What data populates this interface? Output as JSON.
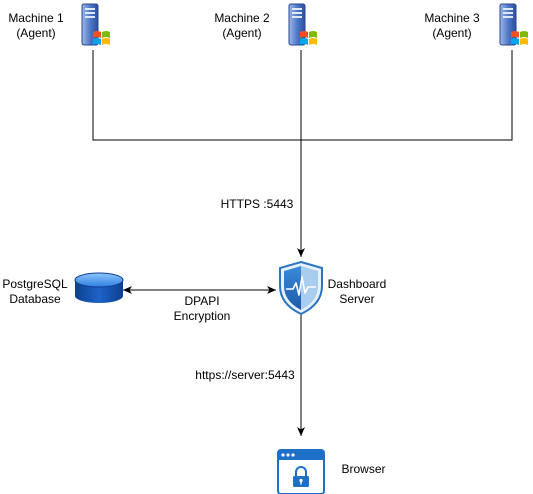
{
  "nodes": {
    "machine1": {
      "name": "Machine 1",
      "role": "(Agent)",
      "icon": "windows-server-icon"
    },
    "machine2": {
      "name": "Machine 2",
      "role": "(Agent)",
      "icon": "windows-server-icon"
    },
    "machine3": {
      "name": "Machine 3",
      "role": "(Agent)",
      "icon": "windows-server-icon"
    },
    "database": {
      "line1": "PostgreSQL",
      "line2": "Database",
      "icon": "database-icon"
    },
    "server": {
      "line1": "Dashboard",
      "line2": "Server",
      "icon": "shield-server-icon"
    },
    "browser": {
      "label": "Browser",
      "icon": "secure-browser-icon"
    }
  },
  "edges": {
    "agents_to_server": "HTTPS :5443",
    "db_server_line1": "DPAPI",
    "db_server_line2": "Encryption",
    "server_to_browser": "https://server:5443"
  },
  "colors": {
    "line": "#000000",
    "server_blue": "#2c74c2",
    "db_blue": "#1a5fb4",
    "browser_blue": "#1e6fc6"
  }
}
